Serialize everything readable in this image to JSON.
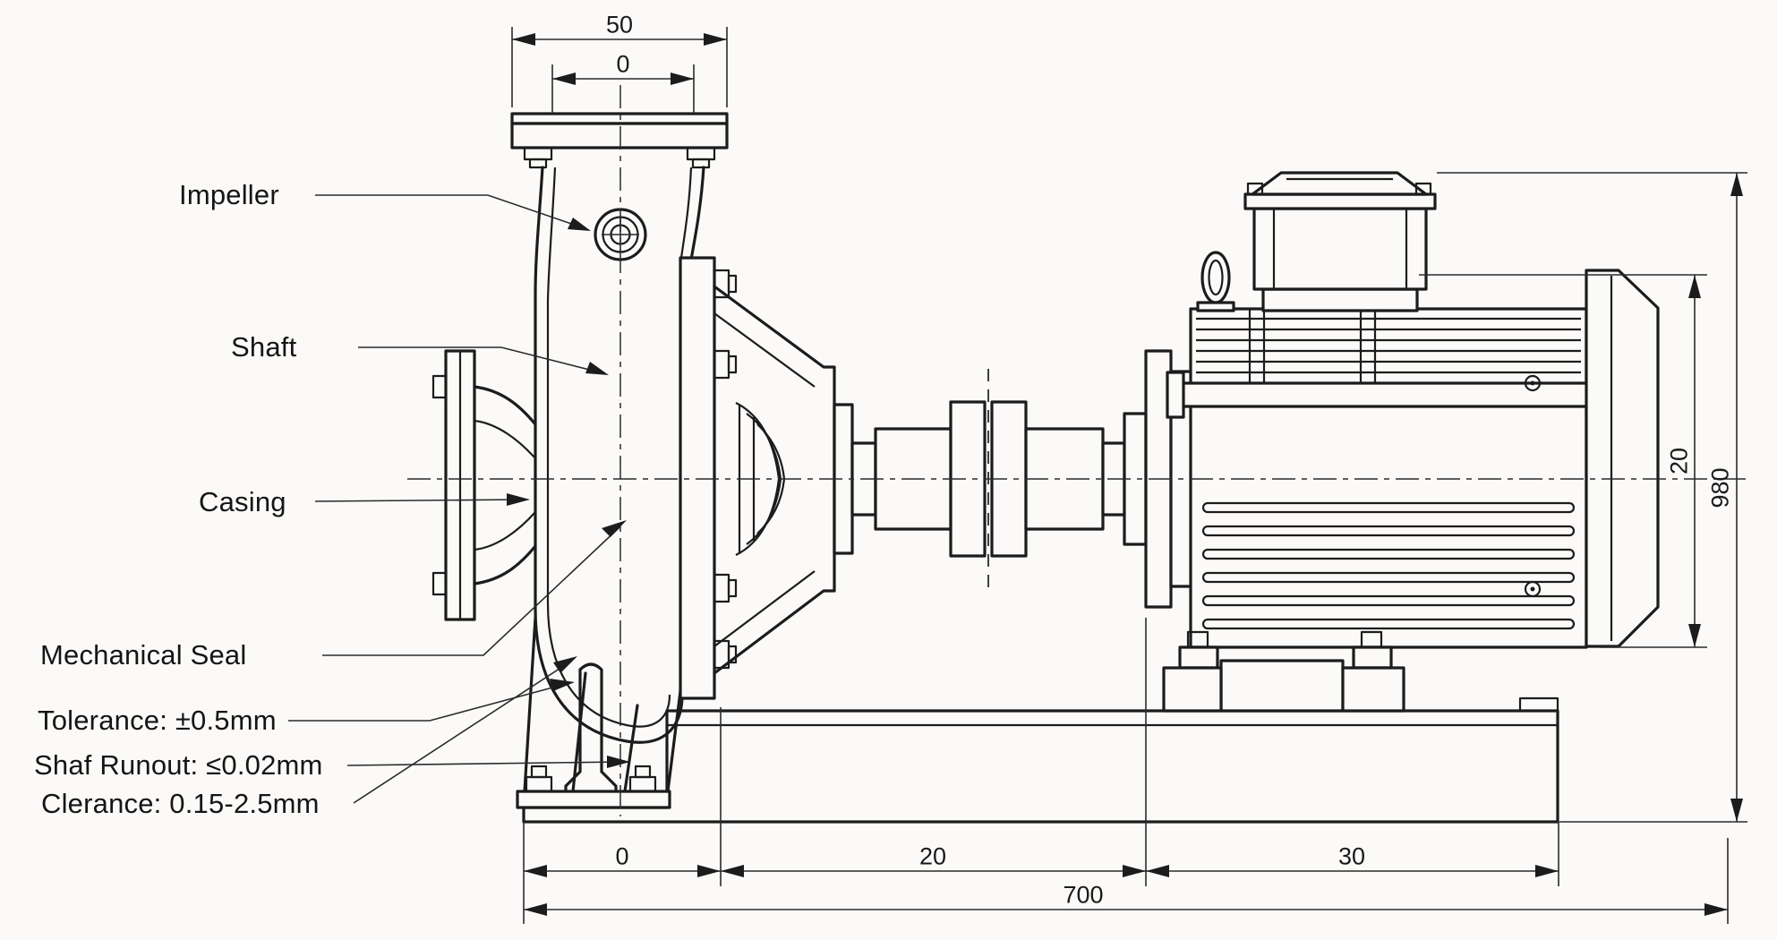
{
  "drawing": {
    "title_hint": "Centrifugal pump and electric motor assembly drawing",
    "part_labels": {
      "impeller": "Impeller",
      "shaft": "Shaft",
      "casing": "Casing",
      "mechanical_seal": "Mechanical Seal"
    },
    "annotations": {
      "tolerance": "Tolerance: ±0.5mm",
      "shaft_runout": "Shaf Runout: ≤0.02mm",
      "clearance": "Clerance: 0.15-2.5mm"
    },
    "dimensions": {
      "top_flange_outer": "50",
      "top_flange_inner": "0",
      "bottom_pump_foot": "0",
      "bottom_coupling_span": "20",
      "bottom_motor_span": "30",
      "bottom_overall": "700",
      "right_motor_height": "20",
      "right_overall_height": "980"
    },
    "colors": {
      "line": "#1c1c1c",
      "background": "#fbfaf8"
    }
  }
}
